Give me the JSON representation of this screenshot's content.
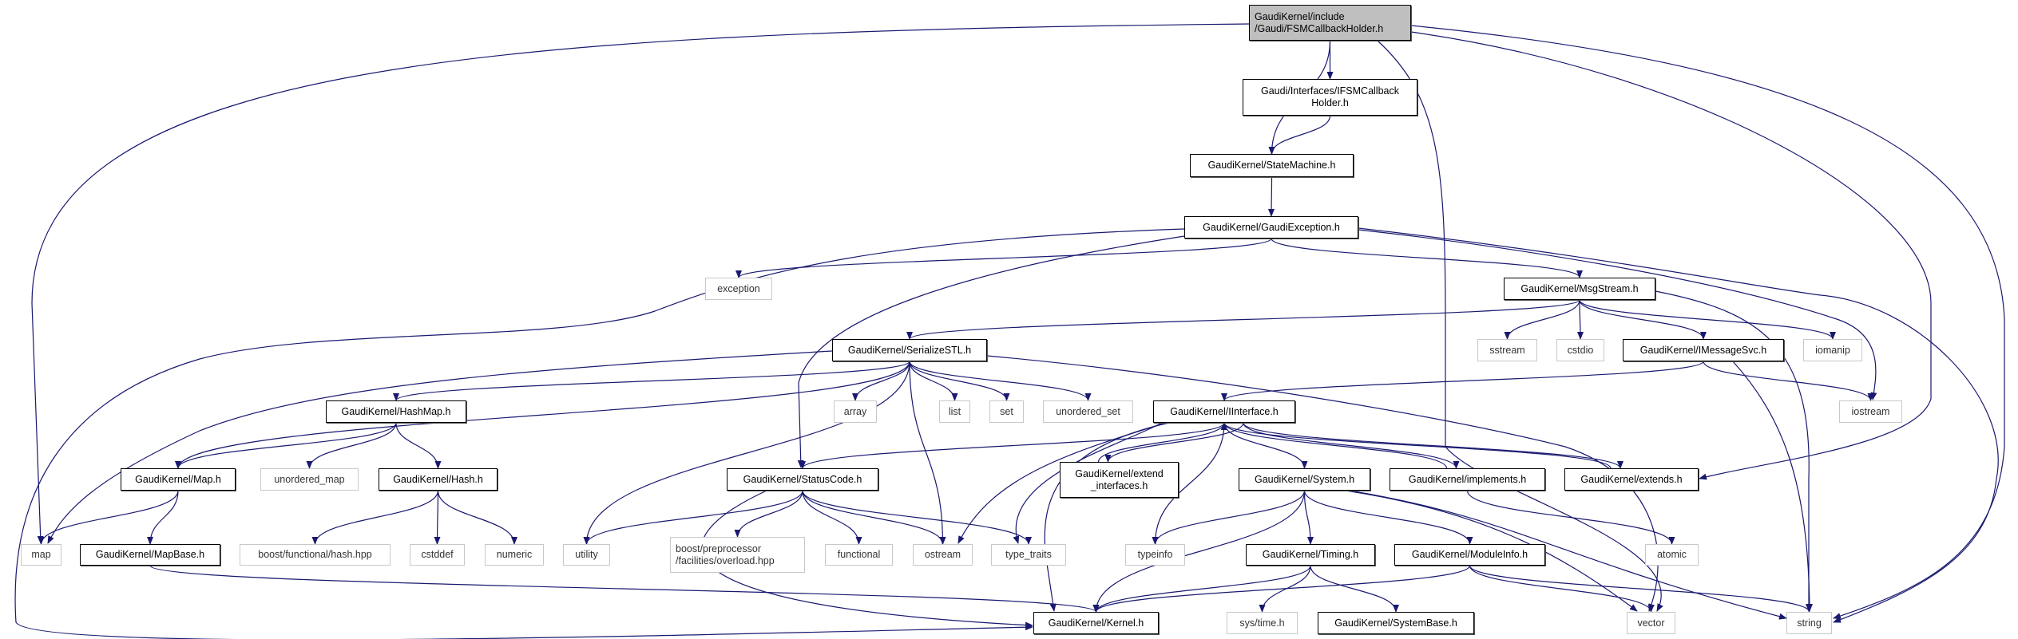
{
  "colors": {
    "edge": "#191970",
    "root_fill": "#bfbfbf",
    "internal_border": "#000000",
    "external_border": "#c8c8c8"
  },
  "nodes": [
    {
      "id": "root",
      "label": "GaudiKernel/include\n/Gaudi/FSMCallbackHolder.h",
      "kind": "root"
    },
    {
      "id": "ifsm",
      "label": "Gaudi/Interfaces/IFSMCallback\nHolder.h",
      "kind": "internal"
    },
    {
      "id": "statemachine",
      "label": "GaudiKernel/StateMachine.h",
      "kind": "internal"
    },
    {
      "id": "gaudiexception",
      "label": "GaudiKernel/GaudiException.h",
      "kind": "internal"
    },
    {
      "id": "msgstream",
      "label": "GaudiKernel/MsgStream.h",
      "kind": "internal"
    },
    {
      "id": "exception",
      "label": "exception",
      "kind": "external"
    },
    {
      "id": "serializestl",
      "label": "GaudiKernel/SerializeSTL.h",
      "kind": "internal"
    },
    {
      "id": "sstream",
      "label": "sstream",
      "kind": "external"
    },
    {
      "id": "cstdio",
      "label": "cstdio",
      "kind": "external"
    },
    {
      "id": "imessagesvc",
      "label": "GaudiKernel/IMessageSvc.h",
      "kind": "internal"
    },
    {
      "id": "iomanip",
      "label": "iomanip",
      "kind": "external"
    },
    {
      "id": "hashmap",
      "label": "GaudiKernel/HashMap.h",
      "kind": "internal"
    },
    {
      "id": "array",
      "label": "array",
      "kind": "external"
    },
    {
      "id": "list",
      "label": "list",
      "kind": "external"
    },
    {
      "id": "set",
      "label": "set",
      "kind": "external"
    },
    {
      "id": "unordered_set",
      "label": "unordered_set",
      "kind": "external"
    },
    {
      "id": "iinterface",
      "label": "GaudiKernel/IInterface.h",
      "kind": "internal"
    },
    {
      "id": "iostream",
      "label": "iostream",
      "kind": "external"
    },
    {
      "id": "maph",
      "label": "GaudiKernel/Map.h",
      "kind": "internal"
    },
    {
      "id": "unordered_map",
      "label": "unordered_map",
      "kind": "external"
    },
    {
      "id": "hashh",
      "label": "GaudiKernel/Hash.h",
      "kind": "internal"
    },
    {
      "id": "statuscode",
      "label": "GaudiKernel/StatusCode.h",
      "kind": "internal"
    },
    {
      "id": "extend_interfaces",
      "label": "GaudiKernel/extend\n_interfaces.h",
      "kind": "internal"
    },
    {
      "id": "systemh",
      "label": "GaudiKernel/System.h",
      "kind": "internal"
    },
    {
      "id": "implements",
      "label": "GaudiKernel/implements.h",
      "kind": "internal"
    },
    {
      "id": "extends",
      "label": "GaudiKernel/extends.h",
      "kind": "internal"
    },
    {
      "id": "map",
      "label": "map",
      "kind": "external"
    },
    {
      "id": "mapbase",
      "label": "GaudiKernel/MapBase.h",
      "kind": "internal"
    },
    {
      "id": "boost_hash",
      "label": "boost/functional/hash.hpp",
      "kind": "external"
    },
    {
      "id": "cstddef",
      "label": "cstddef",
      "kind": "external"
    },
    {
      "id": "numeric",
      "label": "numeric",
      "kind": "external"
    },
    {
      "id": "utility",
      "label": "utility",
      "kind": "external"
    },
    {
      "id": "boost_pp",
      "label": "boost/preprocessor\n/facilities/overload.hpp",
      "kind": "external"
    },
    {
      "id": "functional",
      "label": "functional",
      "kind": "external"
    },
    {
      "id": "ostream",
      "label": "ostream",
      "kind": "external"
    },
    {
      "id": "type_traits",
      "label": "type_traits",
      "kind": "external"
    },
    {
      "id": "typeinfo",
      "label": "typeinfo",
      "kind": "external"
    },
    {
      "id": "timing",
      "label": "GaudiKernel/Timing.h",
      "kind": "internal"
    },
    {
      "id": "moduleinfo",
      "label": "GaudiKernel/ModuleInfo.h",
      "kind": "internal"
    },
    {
      "id": "atomic",
      "label": "atomic",
      "kind": "external"
    },
    {
      "id": "kernel",
      "label": "GaudiKernel/Kernel.h",
      "kind": "internal"
    },
    {
      "id": "systime",
      "label": "sys/time.h",
      "kind": "external"
    },
    {
      "id": "systembase",
      "label": "GaudiKernel/SystemBase.h",
      "kind": "internal"
    },
    {
      "id": "vector",
      "label": "vector",
      "kind": "external"
    },
    {
      "id": "string",
      "label": "string",
      "kind": "external"
    }
  ],
  "edges": [
    [
      "root",
      "map"
    ],
    [
      "root",
      "statemachine"
    ],
    [
      "root",
      "ifsm"
    ],
    [
      "root",
      "vector"
    ],
    [
      "root",
      "extends"
    ],
    [
      "root",
      "string"
    ],
    [
      "ifsm",
      "statemachine"
    ],
    [
      "statemachine",
      "gaudiexception"
    ],
    [
      "gaudiexception",
      "exception"
    ],
    [
      "gaudiexception",
      "statuscode"
    ],
    [
      "gaudiexception",
      "msgstream"
    ],
    [
      "gaudiexception",
      "string"
    ],
    [
      "gaudiexception",
      "iostream"
    ],
    [
      "gaudiexception",
      "kernel"
    ],
    [
      "msgstream",
      "serializestl"
    ],
    [
      "msgstream",
      "sstream"
    ],
    [
      "msgstream",
      "cstdio"
    ],
    [
      "msgstream",
      "imessagesvc"
    ],
    [
      "msgstream",
      "iomanip"
    ],
    [
      "msgstream",
      "string"
    ],
    [
      "serializestl",
      "map"
    ],
    [
      "serializestl",
      "maph"
    ],
    [
      "serializestl",
      "hashmap"
    ],
    [
      "serializestl",
      "utility"
    ],
    [
      "serializestl",
      "array"
    ],
    [
      "serializestl",
      "ostream"
    ],
    [
      "serializestl",
      "list"
    ],
    [
      "serializestl",
      "set"
    ],
    [
      "serializestl",
      "unordered_set"
    ],
    [
      "serializestl",
      "vector"
    ],
    [
      "hashmap",
      "maph"
    ],
    [
      "hashmap",
      "unordered_map"
    ],
    [
      "hashmap",
      "hashh"
    ],
    [
      "maph",
      "map"
    ],
    [
      "maph",
      "mapbase"
    ],
    [
      "mapbase",
      "kernel"
    ],
    [
      "hashh",
      "boost_hash"
    ],
    [
      "hashh",
      "cstddef"
    ],
    [
      "hashh",
      "numeric"
    ],
    [
      "imessagesvc",
      "iinterface"
    ],
    [
      "imessagesvc",
      "iostream"
    ],
    [
      "imessagesvc",
      "string"
    ],
    [
      "iinterface",
      "statuscode"
    ],
    [
      "iinterface",
      "ostream"
    ],
    [
      "iinterface",
      "type_traits"
    ],
    [
      "iinterface",
      "kernel"
    ],
    [
      "iinterface",
      "extend_interfaces"
    ],
    [
      "iinterface",
      "typeinfo"
    ],
    [
      "iinterface",
      "systemh"
    ],
    [
      "iinterface",
      "implements"
    ],
    [
      "iinterface",
      "extends"
    ],
    [
      "extend_interfaces",
      "iinterface"
    ],
    [
      "implements",
      "iinterface"
    ],
    [
      "extends",
      "iinterface"
    ],
    [
      "statuscode",
      "utility"
    ],
    [
      "statuscode",
      "boost_pp"
    ],
    [
      "statuscode",
      "functional"
    ],
    [
      "statuscode",
      "ostream"
    ],
    [
      "statuscode",
      "type_traits"
    ],
    [
      "statuscode",
      "kernel"
    ],
    [
      "systemh",
      "typeinfo"
    ],
    [
      "systemh",
      "kernel"
    ],
    [
      "systemh",
      "timing"
    ],
    [
      "systemh",
      "moduleinfo"
    ],
    [
      "systemh",
      "vector"
    ],
    [
      "systemh",
      "string"
    ],
    [
      "implements",
      "atomic"
    ],
    [
      "timing",
      "kernel"
    ],
    [
      "timing",
      "systime"
    ],
    [
      "timing",
      "systembase"
    ],
    [
      "moduleinfo",
      "kernel"
    ],
    [
      "moduleinfo",
      "vector"
    ],
    [
      "moduleinfo",
      "string"
    ]
  ]
}
